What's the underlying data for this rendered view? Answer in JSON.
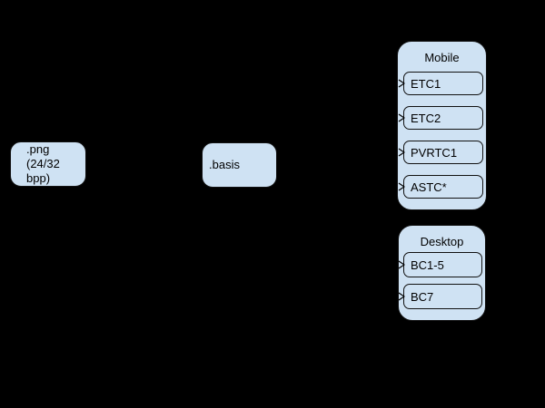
{
  "diagram": {
    "background": "#000000",
    "node_fill": "#cfe2f3",
    "node_border": "#111111",
    "text_color": "#000000",
    "nodes": {
      "png": {
        "line1": ".png",
        "line2": "(24/32 bpp)"
      },
      "basis": {
        "label": ".basis"
      }
    },
    "groups": [
      {
        "title": "Mobile",
        "items": [
          "ETC1",
          "ETC2",
          "PVRTC1",
          "ASTC*"
        ]
      },
      {
        "title": "Desktop",
        "items": [
          "BC1-5",
          "BC7"
        ]
      }
    ]
  }
}
